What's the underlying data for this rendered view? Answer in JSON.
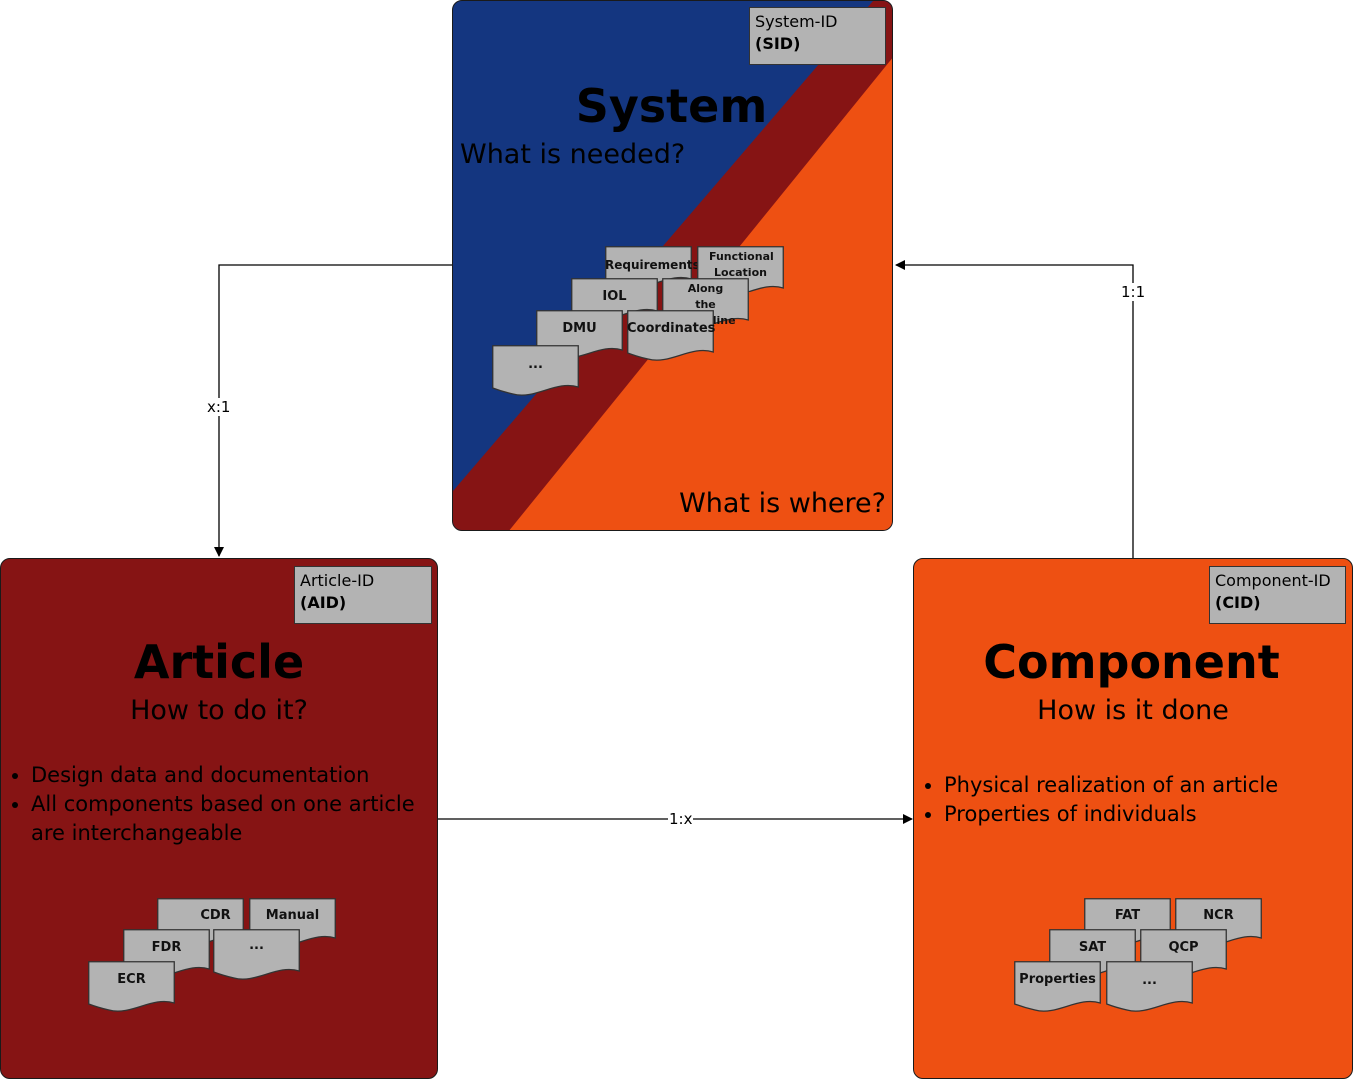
{
  "system": {
    "id_label": "System-ID",
    "id_short": "(SID)",
    "title": "System",
    "question": "What is needed?",
    "question2": "What is where?",
    "docs": [
      "Requirements",
      "Functional Location",
      "IOL",
      "Along the Beamline",
      "DMU",
      "Coordinates",
      "..."
    ]
  },
  "article": {
    "id_label": "Article-ID",
    "id_short": "(AID)",
    "title": "Article",
    "question": "How to do it?",
    "bullets": [
      "Design data and documentation",
      "All components based on one article are interchangeable"
    ],
    "docs": [
      "CDR",
      "Manual",
      "FDR",
      "...",
      "ECR"
    ]
  },
  "component": {
    "id_label": "Component-ID",
    "id_short": "(CID)",
    "title": "Component",
    "question": "How is it done",
    "bullets": [
      "Physical realization of an article",
      "Properties of individuals"
    ],
    "docs": [
      "FAT",
      "NCR",
      "SAT",
      "QCP",
      "Properties",
      "..."
    ]
  },
  "edges": {
    "system_to_article": "x:1",
    "component_to_system": "1:1",
    "article_to_component": "1:x"
  },
  "colors": {
    "blue": "#143680",
    "dark_red": "#861414",
    "orange": "#ee5012",
    "doc_gray": "#b3b3b3"
  }
}
